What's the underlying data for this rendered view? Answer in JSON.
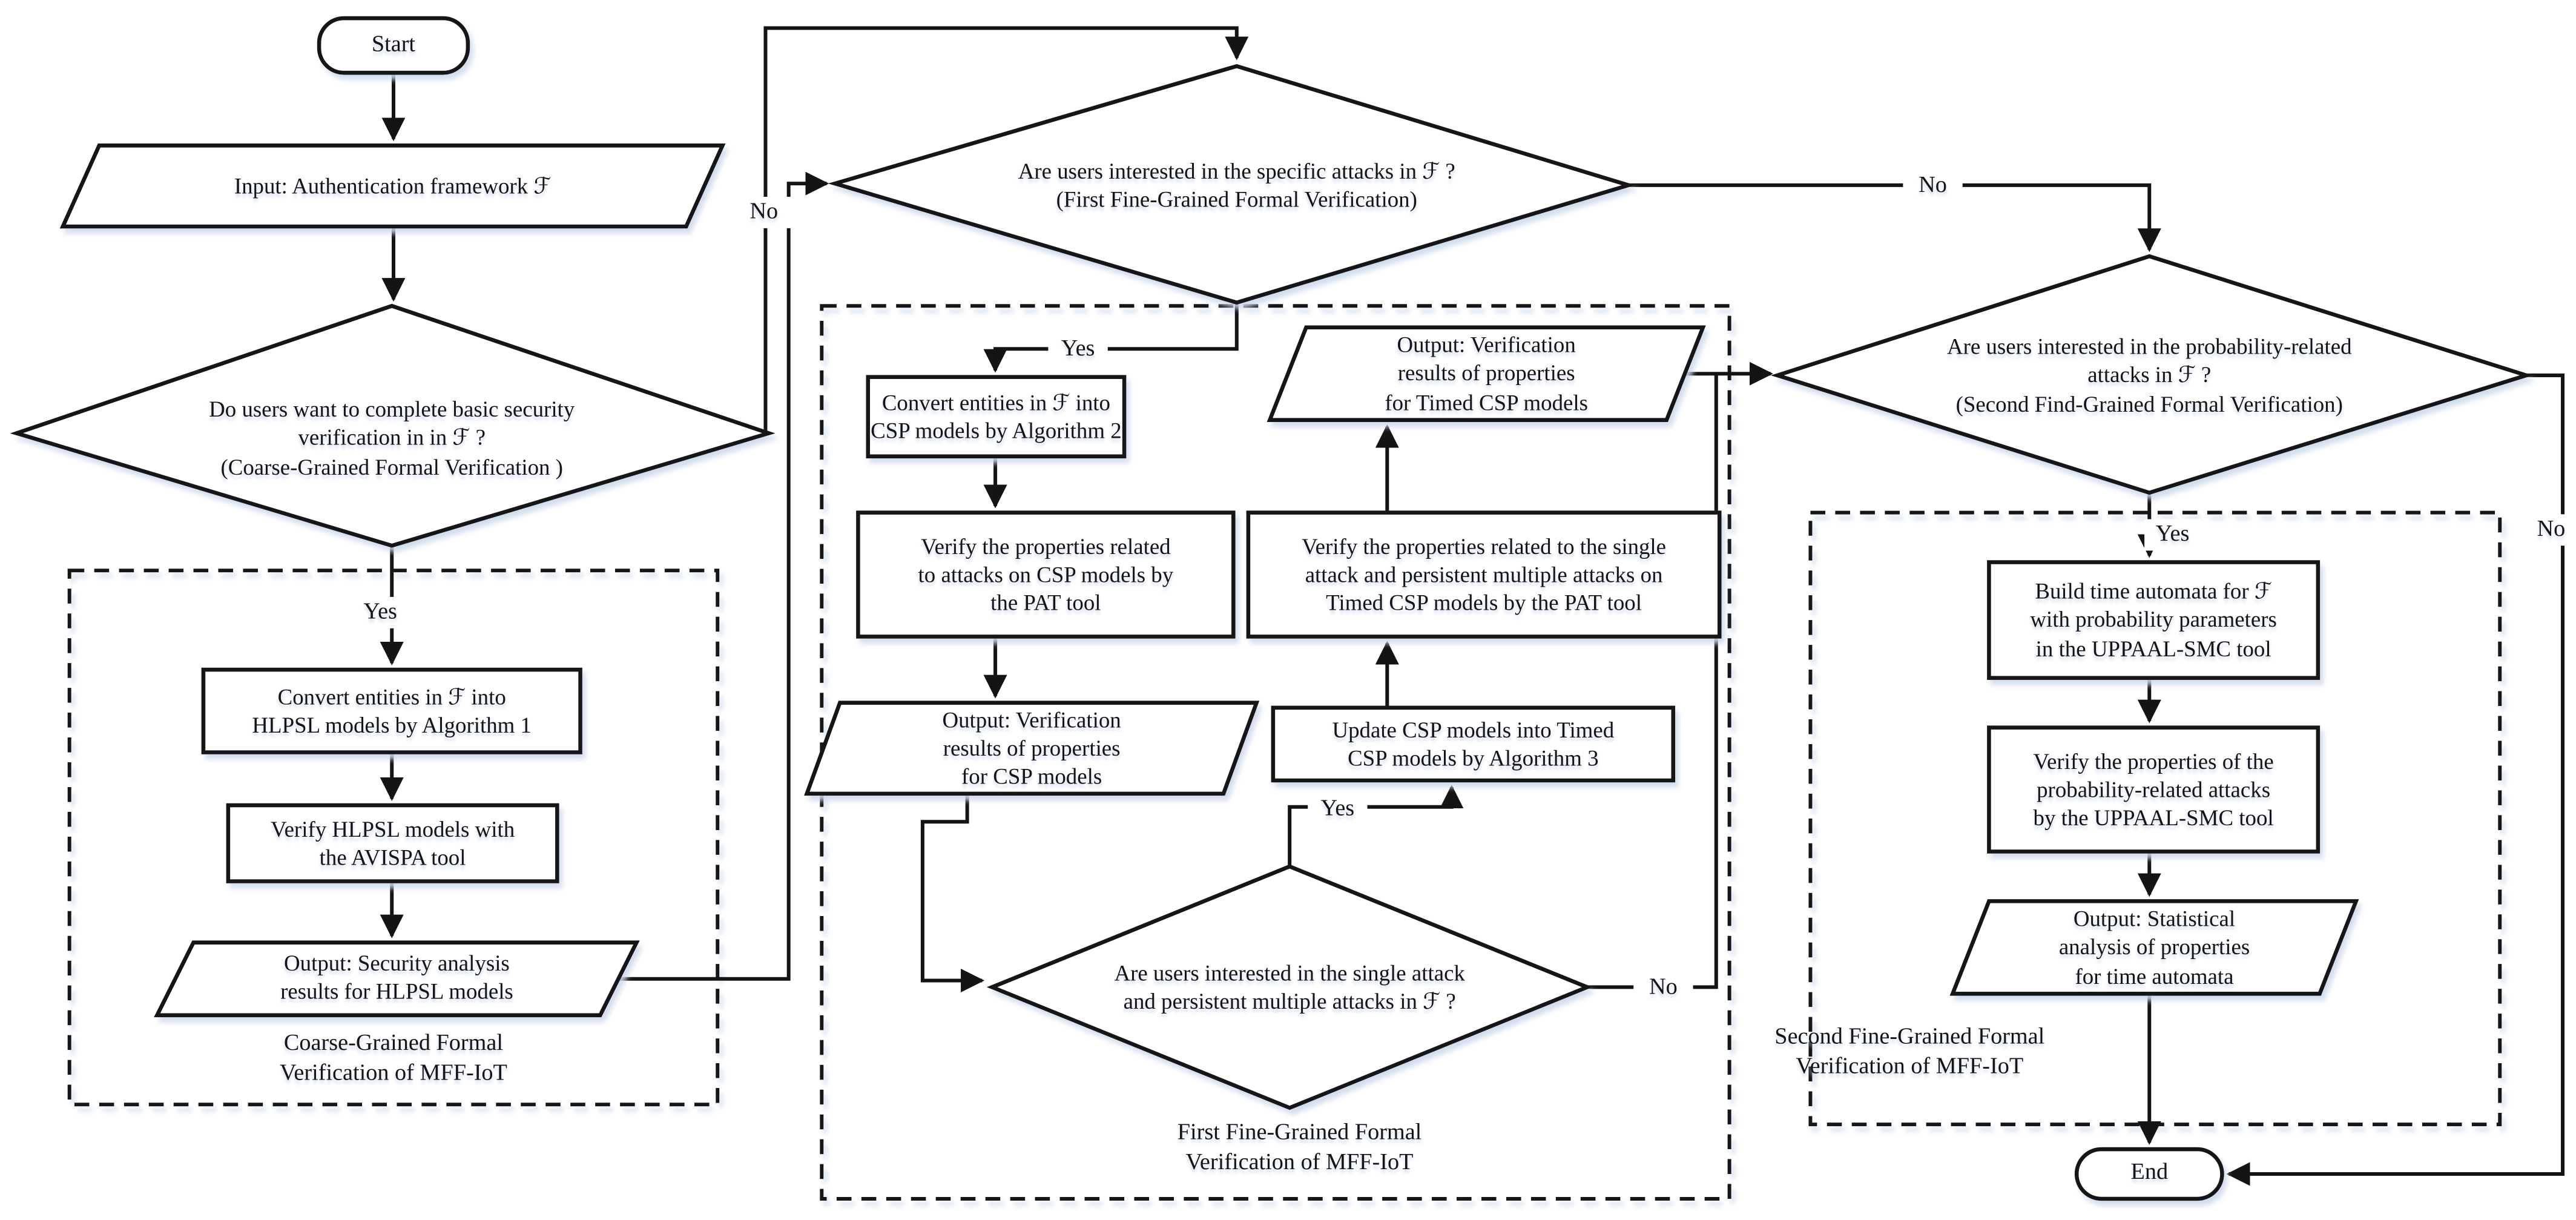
{
  "canvas": {
    "bg": "#ffffff",
    "ink": "#141414",
    "shadow": "#ccd9ec"
  },
  "nodes": {
    "start": {
      "label": "Start"
    },
    "input": {
      "label": "Input: Authentication framework ℱ"
    },
    "decision_coarse": {
      "label": "Do users want to complete basic security\nverification in  in ℱ ?\n(Coarse-Grained Formal Verification )"
    },
    "convert_hlpsl": {
      "label": "Convert entities in ℱ  into\nHLPSL models by Algorithm 1"
    },
    "verify_avispa": {
      "label": "Verify HLPSL models with\nthe AVISPA tool"
    },
    "output_hlpsl": {
      "label": "Output: Security analysis\nresults for HLPSL models"
    },
    "decision_specific": {
      "label": "Are users interested in the specific attacks in ℱ ?\n(First Fine-Grained Formal Verification)"
    },
    "convert_csp": {
      "label": "Convert entities in ℱ  into\nCSP models by Algorithm 2"
    },
    "verify_pat": {
      "label": "Verify the properties related\nto attacks on CSP models by\nthe PAT tool"
    },
    "output_csp": {
      "label": "Output: Verification\nresults of properties\nfor CSP models"
    },
    "output_timed_csp": {
      "label": "Output: Verification\nresults of properties\nfor Timed CSP models"
    },
    "verify_timed_csp": {
      "label": "Verify the properties related to the single\nattack and persistent multiple attacks on\nTimed CSP models by the PAT tool"
    },
    "update_csp": {
      "label": "Update CSP models into Timed\nCSP models by Algorithm 3"
    },
    "decision_single": {
      "label": "Are users interested in the single attack\nand persistent multiple attacks in ℱ ?"
    },
    "decision_probability": {
      "label": "Are users interested in the probability-related\nattacks in ℱ ?\n(Second Find-Grained Formal Verification)"
    },
    "build_automata": {
      "label": "Build time automata for ℱ\nwith probability parameters\nin the UPPAAL-SMC tool"
    },
    "verify_uppaal": {
      "label": "Verify the properties of the\nprobability-related attacks\nby the UPPAAL-SMC tool"
    },
    "output_statistical": {
      "label": "Output: Statistical\nanalysis of properties\nfor time automata"
    },
    "end": {
      "label": "End"
    }
  },
  "groups": {
    "coarse": {
      "label": "Coarse-Grained Formal\nVerification of MFF-IoT"
    },
    "first": {
      "label": "First Fine-Grained Formal\nVerification of MFF-IoT"
    },
    "second": {
      "label": "Second Fine-Grained Formal\nVerification of MFF-IoT"
    }
  },
  "edge_labels": {
    "yes_coarse": "Yes",
    "no_coarse": "No",
    "yes_first": "Yes",
    "no_first": "No",
    "yes_single": "Yes",
    "no_single": "No",
    "yes_probability": "Yes",
    "no_probability": "No"
  }
}
